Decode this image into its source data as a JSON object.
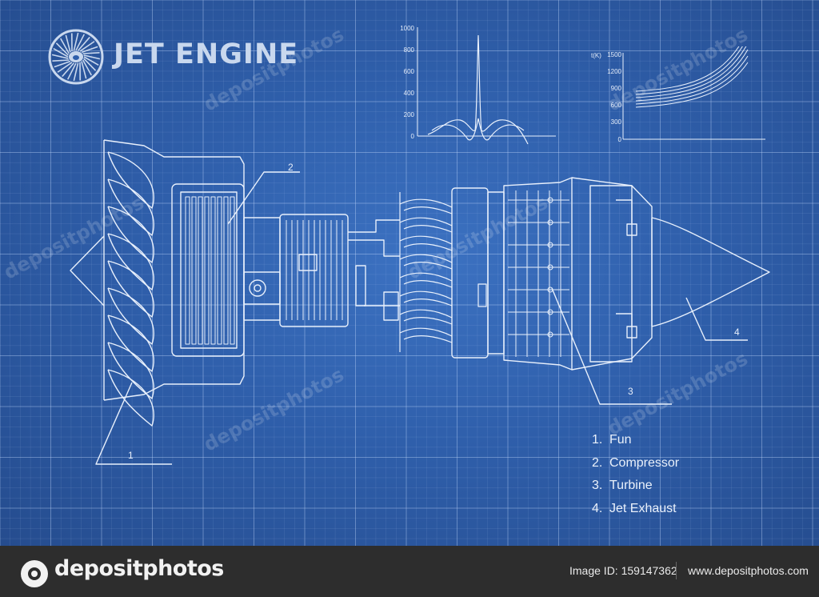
{
  "title": "JET ENGINE",
  "callouts": [
    "1",
    "2",
    "3",
    "4"
  ],
  "legend": [
    {
      "num": "1.",
      "text": "Fun"
    },
    {
      "num": "2.",
      "text": "Compressor"
    },
    {
      "num": "3.",
      "text": "Turbine"
    },
    {
      "num": "4.",
      "text": "Jet Exhaust"
    }
  ],
  "graph_left": {
    "ticks": [
      "1000",
      "800",
      "600",
      "400",
      "200",
      "0"
    ]
  },
  "graph_right": {
    "axis_label": "t(K)",
    "ticks": [
      "1500",
      "1200",
      "900",
      "600",
      "300",
      "0"
    ]
  },
  "watermark": "depositphotos",
  "footer": {
    "brand": "depositphotos",
    "image_id": "Image ID: 159147362",
    "url": "www.depositphotos.com"
  },
  "colors": {
    "background": "#2f5fab",
    "line": "#e8f0fc",
    "footer": "#2d2d2d"
  }
}
